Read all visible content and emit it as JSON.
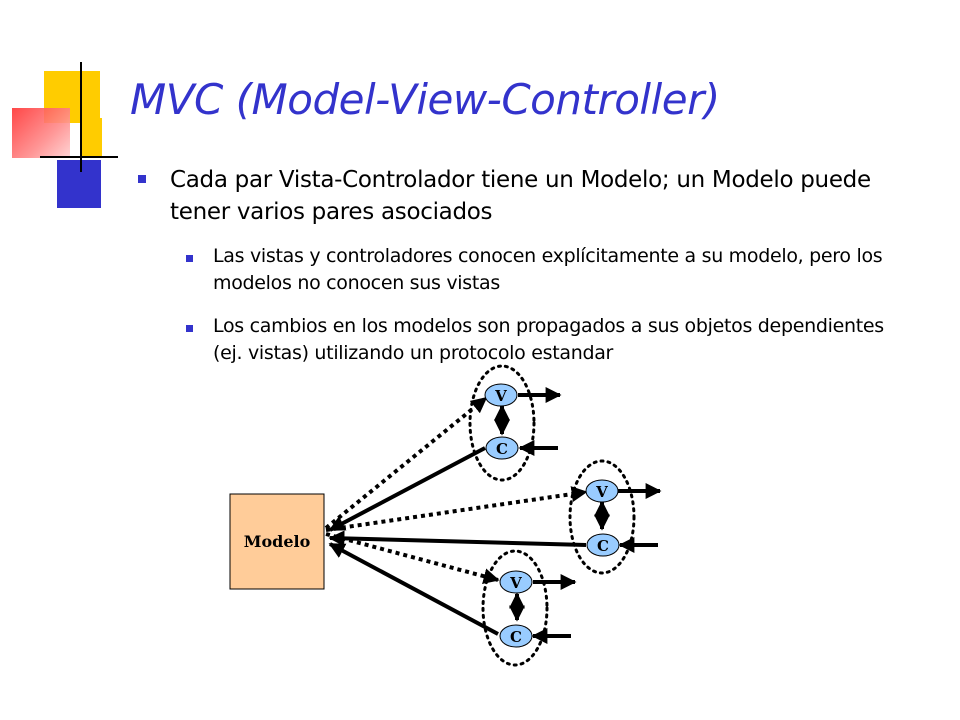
{
  "slide": {
    "title": "MVC (Model-View-Controller)",
    "bullets": [
      {
        "text": "Cada par Vista-Controlador tiene un Modelo; un Modelo puede tener varios pares asociados",
        "sub": [
          "Las vistas y controladores conocen explícitamente a su modelo, pero los modelos no conocen sus vistas",
          "Los cambios en los modelos son propagados a sus objetos dependientes (ej. vistas) utilizando un protocolo estandar"
        ]
      }
    ]
  },
  "diagram": {
    "model_label": "Modelo",
    "view_label": "V",
    "controller_label": "C",
    "colors": {
      "model_fill": "#FFCC99",
      "node_fill": "#99CCFF",
      "title": "#3333CC",
      "bullet": "#3333CC"
    }
  }
}
